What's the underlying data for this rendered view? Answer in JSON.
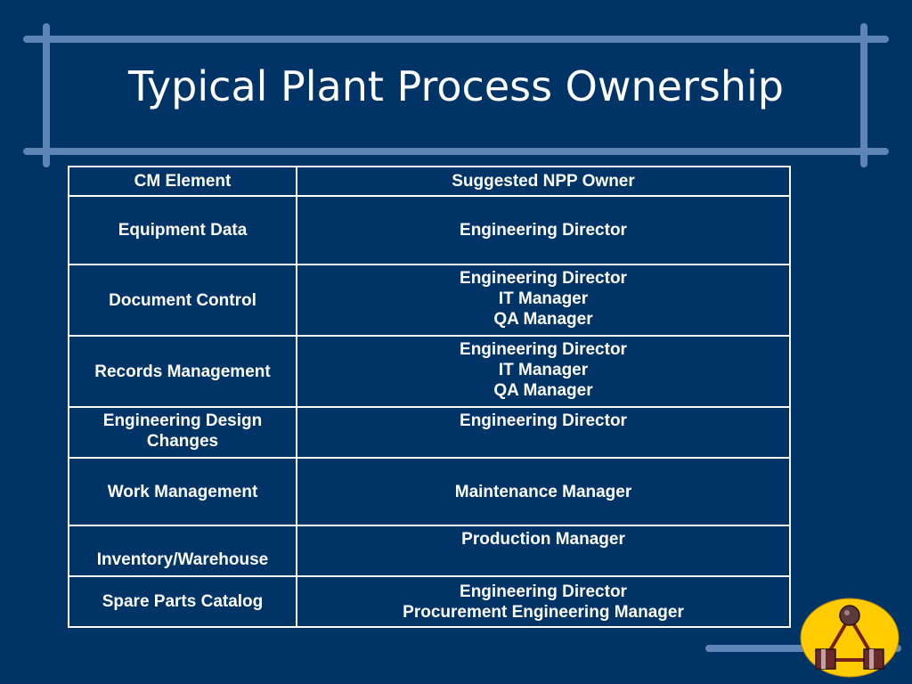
{
  "slide": {
    "title": "Typical Plant Process Ownership"
  },
  "table": {
    "headers": {
      "element": "CM Element",
      "owner": "Suggested NPP Owner"
    },
    "rows": [
      {
        "element": "Equipment Data",
        "owners": [
          "Engineering Director"
        ]
      },
      {
        "element": "Document Control",
        "owners": [
          "Engineering Director",
          "IT Manager",
          "QA Manager"
        ]
      },
      {
        "element": "Records Management",
        "owners": [
          "Engineering Director",
          "IT Manager",
          "QA Manager"
        ]
      },
      {
        "element": "Engineering Design Changes",
        "owners": [
          "Engineering Director"
        ]
      },
      {
        "element": "Work Management",
        "owners": [
          "Maintenance Manager"
        ]
      },
      {
        "element": "Inventory/Warehouse",
        "owners": [
          "Production Manager"
        ]
      },
      {
        "element": "Spare Parts Catalog",
        "owners": [
          "Engineering Director",
          "Procurement Engineering Manager"
        ]
      }
    ]
  },
  "colors": {
    "background": "#003366",
    "accent_lines": "#5d86b7",
    "header_text": "#cc3300",
    "logo_fill": "#ffcc00"
  },
  "logo": {
    "icon": "process-triangle-logo-icon"
  }
}
